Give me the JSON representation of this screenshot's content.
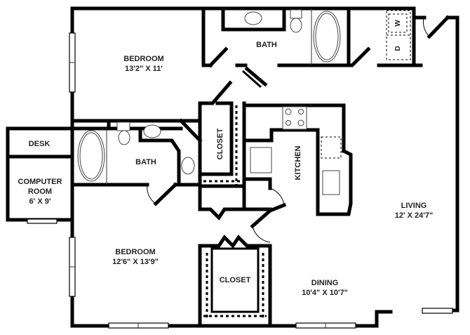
{
  "floorplan": {
    "rooms": [
      {
        "id": "bedroom-1",
        "name": "BEDROOM",
        "dims": "13'2\" X 11'"
      },
      {
        "id": "bath-1",
        "name": "BATH",
        "dims": ""
      },
      {
        "id": "desk",
        "name": "DESK",
        "dims": ""
      },
      {
        "id": "computer-room",
        "name": "COMPUTER",
        "name2": "ROOM",
        "dims": "6' X 9'"
      },
      {
        "id": "bath-2",
        "name": "BATH",
        "dims": ""
      },
      {
        "id": "closet-1",
        "name": "CLOSET",
        "dims": ""
      },
      {
        "id": "kitchen",
        "name": "KITCHEN",
        "dims": ""
      },
      {
        "id": "living",
        "name": "LIVING",
        "dims": "12' X 24'7\""
      },
      {
        "id": "bedroom-2",
        "name": "BEDROOM",
        "dims": "12'6\" X 13'9\""
      },
      {
        "id": "closet-2",
        "name": "CLOSET",
        "dims": ""
      },
      {
        "id": "dining",
        "name": "DINING",
        "dims": "10'4\" X 10'7\""
      }
    ],
    "appliances": {
      "washer": "W",
      "dryer": "D"
    }
  }
}
